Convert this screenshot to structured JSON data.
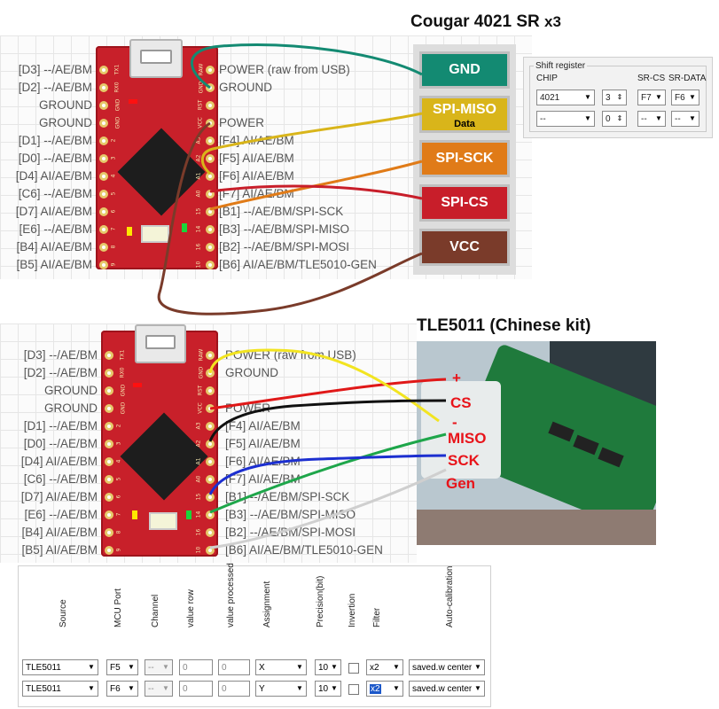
{
  "top": {
    "title": "Cougar 4021 SR",
    "multiplier": "x3",
    "left_pins": [
      "[D3] --/AE/BM",
      "[D2] --/AE/BM",
      "GROUND",
      "GROUND",
      "[D1] --/AE/BM",
      "[D0] --/AE/BM",
      "[D4] AI/AE/BM",
      "[C6] --/AE/BM",
      "[D7] AI/AE/BM",
      "[E6] --/AE/BM",
      "[B4] AI/AE/BM",
      "[B5] AI/AE/BM"
    ],
    "right_pins": [
      "POWER (raw from USB)",
      "GROUND",
      "",
      "POWER",
      "[F4] AI/AE/BM",
      "[F5] AI/AE/BM",
      "[F6] AI/AE/BM",
      "[F7] AI/AE/BM",
      "[B1] --/AE/BM/SPI-SCK",
      "[B3] --/AE/BM/SPI-MISO",
      "[B2] --/AE/BM/SPI-MOSI",
      "[B6] AI/AE/BM/TLE5010-GEN"
    ],
    "connector": {
      "gnd": "GND",
      "miso": "SPI-MISO",
      "miso_sub": "Data",
      "sck": "SPI-SCK",
      "cs": "SPI-CS",
      "vcc": "VCC"
    },
    "colors": {
      "gnd": "#138a72",
      "miso": "#d9b51a",
      "sck": "#e07b18",
      "cs": "#c81e2a",
      "vcc": "#7a3b2a"
    }
  },
  "shift_register": {
    "legend": "Shift register",
    "headers": {
      "chip": "CHIP",
      "cs": "SR-CS",
      "data": "SR-DATA"
    },
    "rows": [
      {
        "chip": "4021",
        "count": "3",
        "cs": "F7",
        "data": "F6"
      },
      {
        "chip": "--",
        "count": "0",
        "cs": "--",
        "data": "--"
      }
    ]
  },
  "bottom": {
    "title": "TLE5011 (Chinese kit)",
    "left_pins": [
      "[D3] --/AE/BM",
      "[D2] --/AE/BM",
      "GROUND",
      "GROUND",
      "[D1] --/AE/BM",
      "[D0] --/AE/BM",
      "[D4] AI/AE/BM",
      "[C6] --/AE/BM",
      "[D7] AI/AE/BM",
      "[E6] --/AE/BM",
      "[B4] AI/AE/BM",
      "[B5] AI/AE/BM"
    ],
    "right_pins": [
      "POWER (raw from USB)",
      "GROUND",
      "",
      "POWER",
      "[F4] AI/AE/BM",
      "[F5] AI/AE/BM",
      "[F6] AI/AE/BM",
      "[F7] AI/AE/BM",
      "[B1] --/AE/BM/SPI-SCK",
      "[B3] --/AE/BM/SPI-MISO",
      "[B2] --/AE/BM/SPI-MOSI",
      "[B6] AI/AE/BM/TLE5010-GEN"
    ],
    "sensor": {
      "plus": "+",
      "cs": "CS",
      "minus": "-",
      "miso": "MISO",
      "sck": "SCK",
      "gen": "Gen"
    }
  },
  "board_silk": {
    "left": [
      "TX1",
      "RX0",
      "GND",
      "GND",
      "2",
      "3",
      "4",
      "5",
      "6",
      "7",
      "8",
      "9"
    ],
    "right": [
      "RAW",
      "GND",
      "RST",
      "VCC",
      "A3",
      "A2",
      "A1",
      "A0",
      "15",
      "14",
      "16",
      "10"
    ]
  },
  "table": {
    "headers": [
      "Source",
      "MCU Port",
      "Channel",
      "value row",
      "value processed",
      "Assignment",
      "Precision(bit)",
      "Invertion",
      "Filter",
      "Auto-calibration"
    ],
    "rows": [
      {
        "source": "TLE5011",
        "port": "F5",
        "channel": "--",
        "raw": "0",
        "processed": "0",
        "assignment": "X",
        "precision": "10",
        "filter": "x2",
        "autocal": "saved.w center"
      },
      {
        "source": "TLE5011",
        "port": "F6",
        "channel": "--",
        "raw": "0",
        "processed": "0",
        "assignment": "Y",
        "precision": "10",
        "filter": "x2",
        "autocal": "saved.w center"
      }
    ]
  }
}
